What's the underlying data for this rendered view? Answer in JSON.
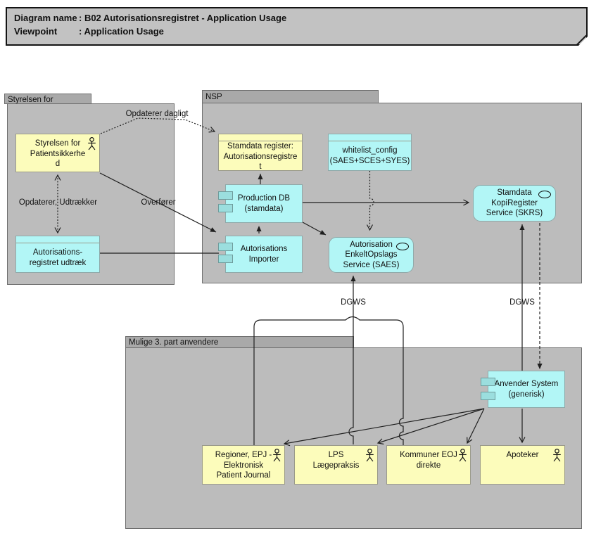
{
  "title": {
    "line1_key": "Diagram name",
    "line1_value": ": B02 Autorisationsregistret - Application Usage",
    "line2_key": "Viewpoint",
    "line2_value": ": Application Usage"
  },
  "groups": {
    "left": {
      "label": "Styrelsen for patientsikkerhed"
    },
    "nsp": {
      "label": "NSP"
    },
    "third": {
      "label": "Mulige 3. part anvendere"
    }
  },
  "nodes": {
    "styrelsen": "Styrelsen for\nPatientsikkerhe\nd",
    "udtraek": "Autorisations-\nregistret udtræk",
    "stamdata_register": "Stamdata register:\nAutorisationsregistre\nt",
    "whitelist": "whitelist_config\n(SAES+SCES+SYES)",
    "production_db": "Production DB\n(stamdata)",
    "importer": "Autorisations\nImporter",
    "saes": "Autorisation\nEnkeltOpslags\nService (SAES)",
    "skrs": "Stamdata\nKopiRegister\nService (SKRS)",
    "anvender": "Anvender System\n(generisk)",
    "regioner": "Regioner, EPJ -\nElektronisk\nPatient Journal",
    "lps": "LPS\nLægepraksis",
    "kommuner": "Kommuner EOJ\ndirekte",
    "apoteker": "Apoteker"
  },
  "labels": {
    "opdaterer_dagligt": "Opdaterer dagligt",
    "opdaterer_udtraekker": "Opdaterer, Udtrækker",
    "overfoerer": "Overfører",
    "dgws_left": "DGWS",
    "dgws_right": "DGWS"
  },
  "icons": {
    "actor": "stick-figure",
    "service": "oval",
    "component": "two-tab-rectangles",
    "note": "folded-corner"
  },
  "colors": {
    "group_body": "#bcbcbc",
    "group_tab": "#a9a9a9",
    "note_fill": "#c2c2c2",
    "node_yellow": "#fcfcbb",
    "node_cyan": "#b2f6f6",
    "component_tab": "#9bdede",
    "line": "#1f1f1f"
  }
}
